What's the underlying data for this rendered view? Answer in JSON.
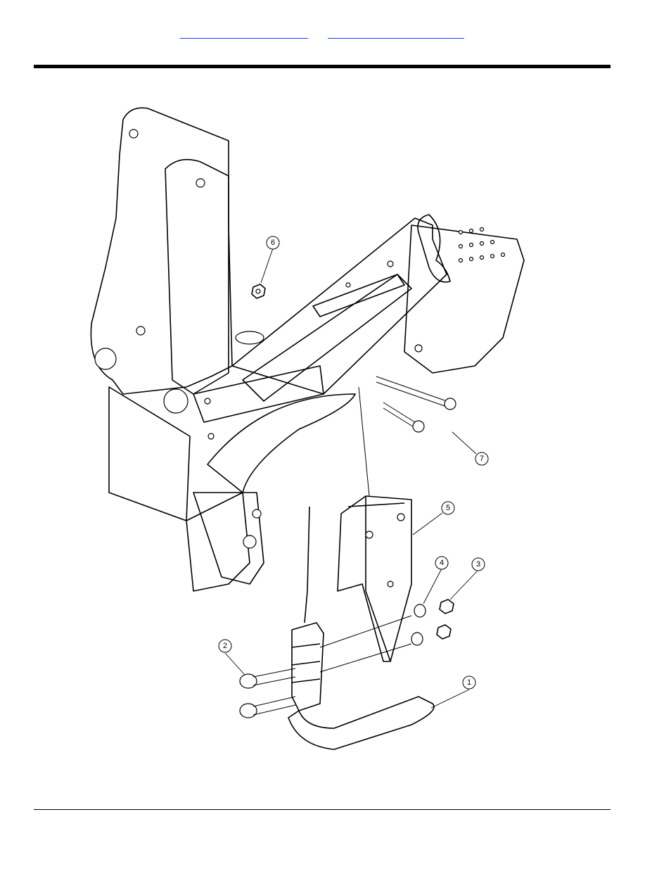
{
  "header": {
    "links": [
      {
        "label": ""
      },
      {
        "label": ""
      }
    ]
  },
  "figure": {
    "callouts": [
      {
        "number": "1"
      },
      {
        "number": "2"
      },
      {
        "number": "3"
      },
      {
        "number": "4"
      },
      {
        "number": "5"
      },
      {
        "number": "6"
      },
      {
        "number": "7"
      }
    ]
  },
  "colors": {
    "link": "#1a3cff",
    "ink": "#000000"
  }
}
